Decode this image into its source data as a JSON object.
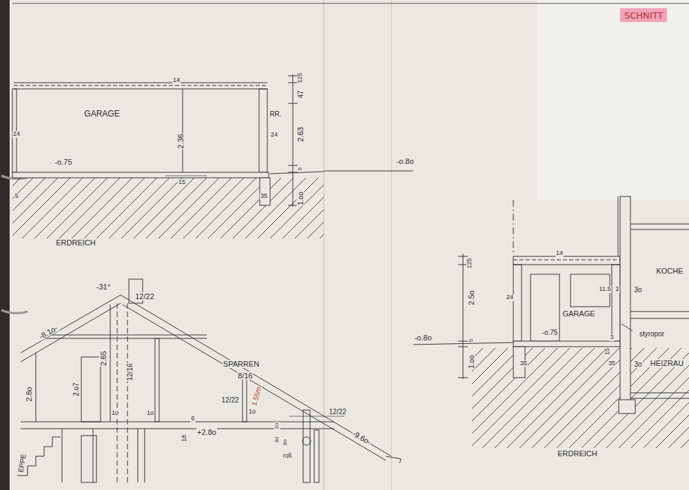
{
  "diagram": {
    "nodes": [
      {
        "text": [
          "SCHNITT"
        ]
      }
    ],
    "labels": [
      "GARAGE",
      "2.36",
      "14",
      "125",
      "47",
      "2.63",
      "RR.",
      "24",
      "24",
      "-o.75",
      "-o.8o",
      "5",
      "15",
      "35",
      "1.oo",
      "5",
      "ERDREICH",
      "-31°",
      "12/22",
      "-8.1o-",
      "SPARREN",
      "8/16",
      "12/16",
      "2.65",
      "2.o7",
      "2.8o",
      "1o",
      "1o",
      "1o",
      "12/22",
      "1.55m",
      "12/22",
      "+2.8o",
      "18",
      "6",
      "2o",
      "3o",
      "3o",
      "roll.",
      "-9.6o-",
      "EPPE",
      "125",
      "14",
      "24",
      "2.5o",
      "GARAGE",
      "11.5",
      "2",
      "3o",
      "KOCHE",
      "styropor",
      "-o.8o",
      "-o.75",
      "5",
      "3",
      "15",
      "1.oo",
      "35",
      "35",
      "3o",
      "HEIZRAU",
      "ERDREICH"
    ]
  }
}
